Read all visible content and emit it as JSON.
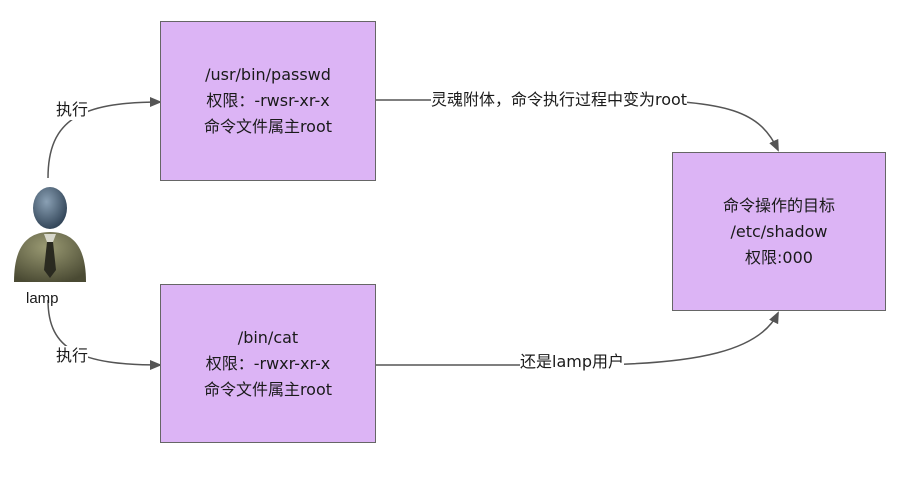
{
  "user": {
    "name": "lamp"
  },
  "nodes": {
    "passwd": {
      "path": "/usr/bin/passwd",
      "perm": "权限：-rwsr-xr-x",
      "owner": "命令文件属主root"
    },
    "cat": {
      "path": "/bin/cat",
      "perm": "权限：-rwxr-xr-x",
      "owner": "命令文件属主root"
    },
    "target": {
      "title": "命令操作的目标",
      "path": "/etc/shadow",
      "perm": "权限:000"
    }
  },
  "edges": {
    "exec_top": "执行",
    "exec_bottom": "执行",
    "soul": "灵魂附体，命令执行过程中变为root",
    "still_lamp": "还是lamp用户"
  },
  "colors": {
    "box_fill": "#dcb4f5",
    "arrow": "#555555"
  }
}
